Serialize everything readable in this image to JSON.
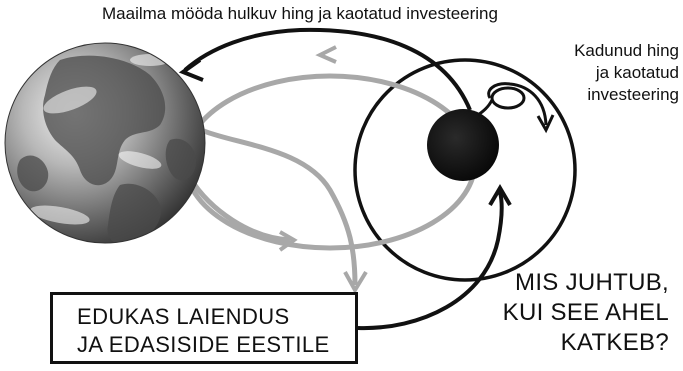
{
  "labels": {
    "global_flow": "Maailma mööda hulkuv hing ja kaotatud investeering",
    "lost_line1": "Kadunud hing",
    "lost_line2": "ja kaotatud",
    "lost_line3": "investeering",
    "box_line1": "EDUKAS LAIENDUS",
    "box_line2": "JA EDASISIDE EESTILE",
    "question_line1": "MIS JUHTUB,",
    "question_line2": "KUI SEE AHEL",
    "question_line3": "KATKEB?"
  },
  "colors": {
    "ink": "#111111",
    "grey_arrow": "#a8a8a8",
    "black_hole": "#0d0d0d"
  },
  "icons": {
    "globe": "earth-globe-icon",
    "black_hole": "black-hole-icon"
  }
}
